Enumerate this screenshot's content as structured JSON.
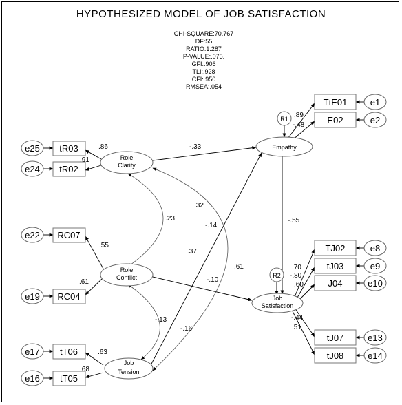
{
  "title": "HYPOTHESIZED MODEL OF JOB SATISFACTION",
  "fit_stats": [
    "CHI-SQUARE:70.767",
    "DF:55",
    "RATIO:1.287",
    "P-VALUE:.075.",
    "GFI:.906",
    "TLI:.928",
    "CFI:.950",
    "RMSEA:.054"
  ],
  "latent": {
    "role_clarity": [
      "Role",
      "Clarity"
    ],
    "role_conflict": [
      "Role",
      "Conflict"
    ],
    "job_tension": [
      "Job",
      "Tension"
    ],
    "empathy": "Empathy",
    "job_satisfaction": [
      "Job",
      "Satisfaction"
    ]
  },
  "indicators": {
    "tR03": "tR03",
    "tR02": "tR02",
    "RC07": "RC07",
    "RC04": "RC04",
    "tT06": "tT06",
    "tT05": "tT05",
    "TtE01": "TtE01",
    "E02": "E02",
    "TJ02": "TJ02",
    "tJ03": "tJ03",
    "J04": "J04",
    "tJ07": "tJ07",
    "tJ08": "tJ08"
  },
  "errors": {
    "e25": "e25",
    "e24": "e24",
    "e22": "e22",
    "e19": "e19",
    "e17": "e17",
    "e16": "e16",
    "e1": "e1",
    "e2": "e2",
    "e8": "e8",
    "e9": "e9",
    "e10": "e10",
    "e13": "e13",
    "e14": "e14"
  },
  "residuals": {
    "r1": "R1",
    "r2": "R2"
  },
  "loadings": {
    "tR03": ".86",
    "tR02": ".91",
    "RC07": ".55",
    "RC04": ".61",
    "tT06": ".63",
    "tT05": ".68",
    "TtE01": ".89",
    "E02": "-.48",
    "TJ02": ".70",
    "tJ03": "-.80",
    "J04": ".60",
    "tJ07": "-.44",
    "tJ08": ".51"
  },
  "paths": {
    "clarity_empathy": "-.33",
    "conflict_satisfaction": "-.10",
    "empathy_satisfaction": "-.55",
    "tension_empathy": ".37",
    "tension_satisfaction": ".61"
  },
  "correlations": {
    "clarity_conflict": ".23",
    "clarity_tension": "-.14",
    "conflict_tension": "-.13",
    "clarity_empathy_extra": ".32",
    "conflict_empathy_extra": "-.16"
  }
}
